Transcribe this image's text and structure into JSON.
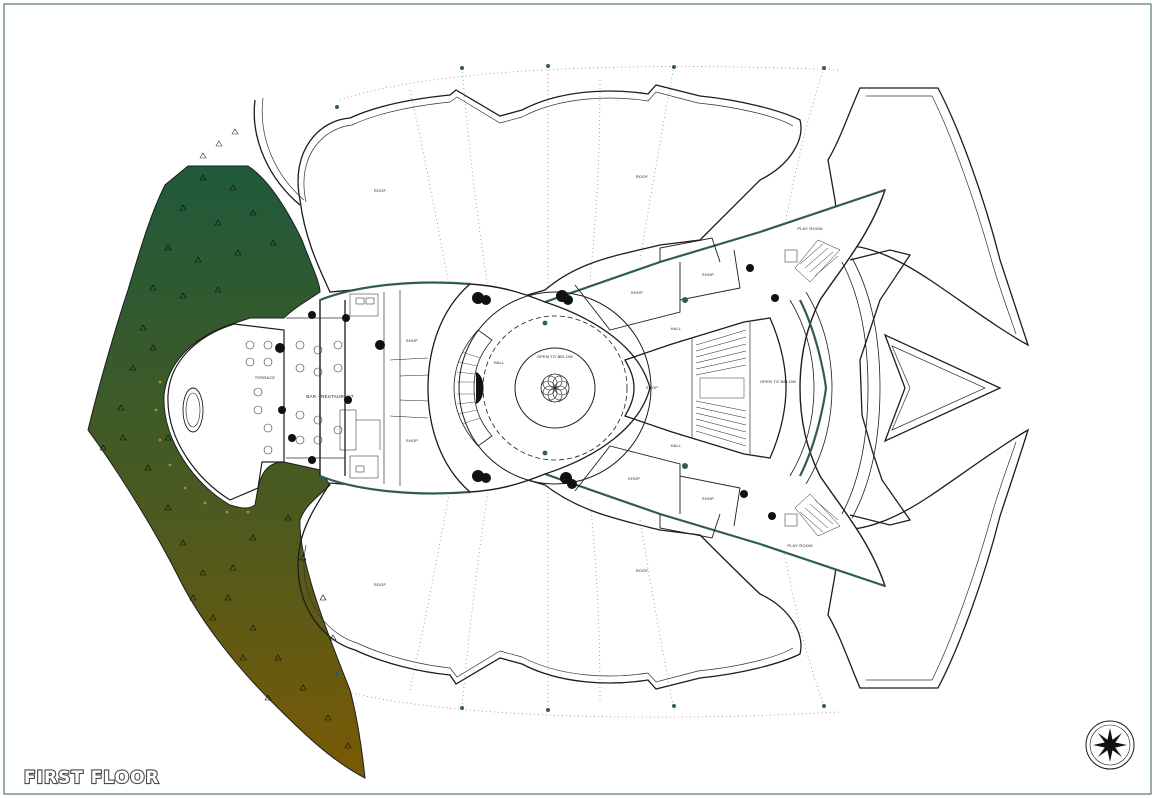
{
  "drawing": {
    "title": "FIRST FLOOR",
    "colors": {
      "landscape_top": "#1f5a3a",
      "landscape_bottom": "#7a5a05",
      "wall_accent": "#2f5d55",
      "frame": "#2f5d55"
    },
    "icons": [
      "north-arrow-icon"
    ],
    "labels": {
      "roof_top_left": "ROOF",
      "roof_top_right": "ROOF",
      "roof_bottom_left": "ROOF",
      "roof_bottom_right": "ROOF",
      "terrace": "TERRACE",
      "bar_restaurant": "BAR - RESTAURANT",
      "shop_upper_left": "SHOP",
      "shop_lower_left": "SHOP",
      "hall_left": "HALL",
      "open_to_below_center": "OPEN TO BELOW",
      "shop_upper_mid": "SHOP",
      "shop_upper_small": "SHOP",
      "shop_center": "SHOP",
      "shop_lower_mid": "SHOP",
      "shop_lower_small": "SHOP",
      "hall_upper": "HALL",
      "hall_lower": "HALL",
      "open_to_below_right": "OPEN TO BELOW",
      "play_room_upper": "PLAY ROOM",
      "play_room_lower": "PLAY ROOM"
    }
  }
}
